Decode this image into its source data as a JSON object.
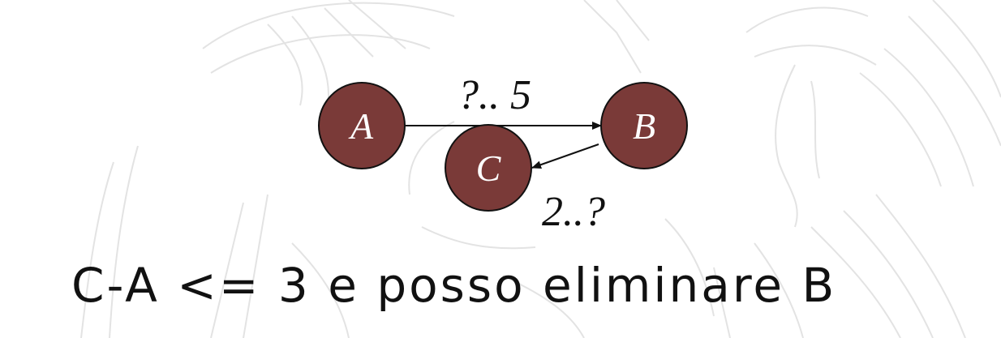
{
  "nodes": [
    {
      "id": "A",
      "label": "A"
    },
    {
      "id": "B",
      "label": "B"
    },
    {
      "id": "C",
      "label": "C"
    }
  ],
  "edges": [
    {
      "from": "A",
      "to": "B",
      "label": "?.. 5"
    },
    {
      "from": "B",
      "to": "C",
      "label": "2..?"
    }
  ],
  "caption": "C-A <= 3 e posso eliminare B",
  "colors": {
    "node_fill": "#7a3a38",
    "node_stroke": "#111111",
    "edge": "#111111",
    "watermark": "#d9d9d9"
  }
}
